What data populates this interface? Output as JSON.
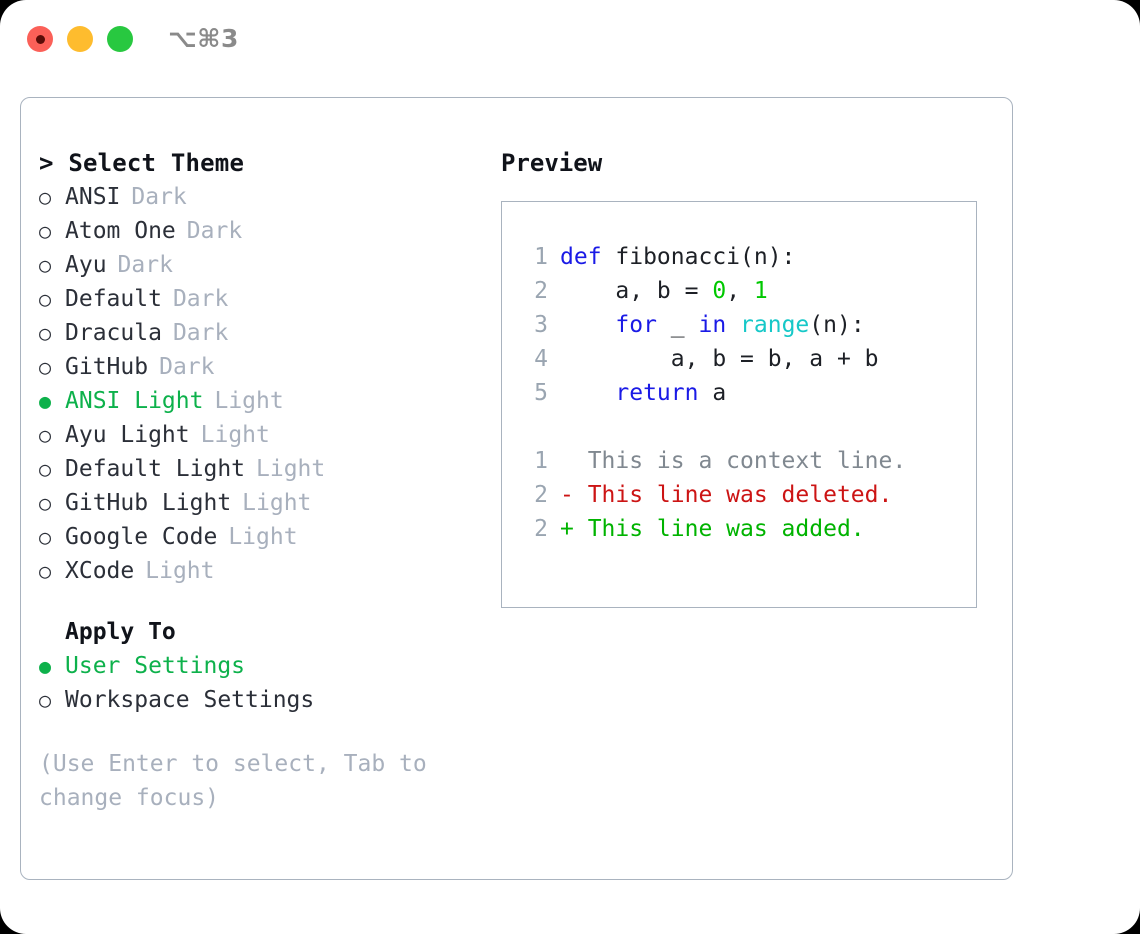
{
  "titlebar": {
    "shortcut": "⌥⌘3",
    "buttons": [
      {
        "name": "close",
        "color": "#fb6058"
      },
      {
        "name": "minimize",
        "color": "#febc2e"
      },
      {
        "name": "zoom",
        "color": "#28c840"
      }
    ]
  },
  "theme_panel": {
    "heading_prefix": "> ",
    "heading": "Select Theme",
    "options": [
      {
        "bullet": "○",
        "name": "ANSI",
        "tag": "Dark",
        "selected": false
      },
      {
        "bullet": "○",
        "name": "Atom One",
        "tag": "Dark",
        "selected": false
      },
      {
        "bullet": "○",
        "name": "Ayu",
        "tag": "Dark",
        "selected": false
      },
      {
        "bullet": "○",
        "name": "Default",
        "tag": "Dark",
        "selected": false
      },
      {
        "bullet": "○",
        "name": "Dracula",
        "tag": "Dark",
        "selected": false
      },
      {
        "bullet": "○",
        "name": "GitHub",
        "tag": "Dark",
        "selected": false
      },
      {
        "bullet": "●",
        "name": "ANSI Light",
        "tag": "Light",
        "selected": true
      },
      {
        "bullet": "○",
        "name": "Ayu Light",
        "tag": "Light",
        "selected": false
      },
      {
        "bullet": "○",
        "name": "Default Light",
        "tag": "Light",
        "selected": false
      },
      {
        "bullet": "○",
        "name": "GitHub Light",
        "tag": "Light",
        "selected": false
      },
      {
        "bullet": "○",
        "name": "Google Code",
        "tag": "Light",
        "selected": false
      },
      {
        "bullet": "○",
        "name": "XCode",
        "tag": "Light",
        "selected": false
      }
    ]
  },
  "apply_to": {
    "heading": "Apply To",
    "options": [
      {
        "bullet": "●",
        "name": "User Settings",
        "selected": true
      },
      {
        "bullet": "○",
        "name": "Workspace Settings",
        "selected": false
      }
    ]
  },
  "hint": "(Use Enter to select, Tab to change focus)",
  "preview": {
    "title": "Preview",
    "code_lines": [
      {
        "ln": "1",
        "tokens": [
          {
            "t": "def ",
            "c": "kw"
          },
          {
            "t": "fibonacci(n):",
            "c": "txt"
          }
        ]
      },
      {
        "ln": "2",
        "tokens": [
          {
            "t": "    a, b = ",
            "c": "txt"
          },
          {
            "t": "0",
            "c": "num"
          },
          {
            "t": ", ",
            "c": "txt"
          },
          {
            "t": "1",
            "c": "num"
          }
        ]
      },
      {
        "ln": "3",
        "tokens": [
          {
            "t": "    ",
            "c": "txt"
          },
          {
            "t": "for",
            "c": "kw"
          },
          {
            "t": " _ ",
            "c": "txt"
          },
          {
            "t": "in",
            "c": "kw"
          },
          {
            "t": " ",
            "c": "txt"
          },
          {
            "t": "range",
            "c": "fn"
          },
          {
            "t": "(n):",
            "c": "txt"
          }
        ]
      },
      {
        "ln": "4",
        "tokens": [
          {
            "t": "        a, b = b, a + b",
            "c": "txt"
          }
        ]
      },
      {
        "ln": "5",
        "tokens": [
          {
            "t": "    ",
            "c": "txt"
          },
          {
            "t": "return",
            "c": "kw"
          },
          {
            "t": " a",
            "c": "txt"
          }
        ]
      }
    ],
    "diff_lines": [
      {
        "ln": "1",
        "tokens": [
          {
            "t": "  This is a context line.",
            "c": "ctx"
          }
        ]
      },
      {
        "ln": "2",
        "tokens": [
          {
            "t": "- This line was deleted.",
            "c": "del"
          }
        ]
      },
      {
        "ln": "2",
        "tokens": [
          {
            "t": "+ This line was added.",
            "c": "add"
          }
        ]
      }
    ]
  },
  "colors": {
    "accent_green": "#0db14b",
    "muted_gray": "#a8b0bd",
    "text_dark": "#2b2f38",
    "border": "#a9b3bf",
    "kw_blue": "#1a1ae6",
    "fn_cyan": "#16c8c8",
    "num_green": "#00c800",
    "diff_del": "#cc1414",
    "diff_add": "#00b300"
  }
}
